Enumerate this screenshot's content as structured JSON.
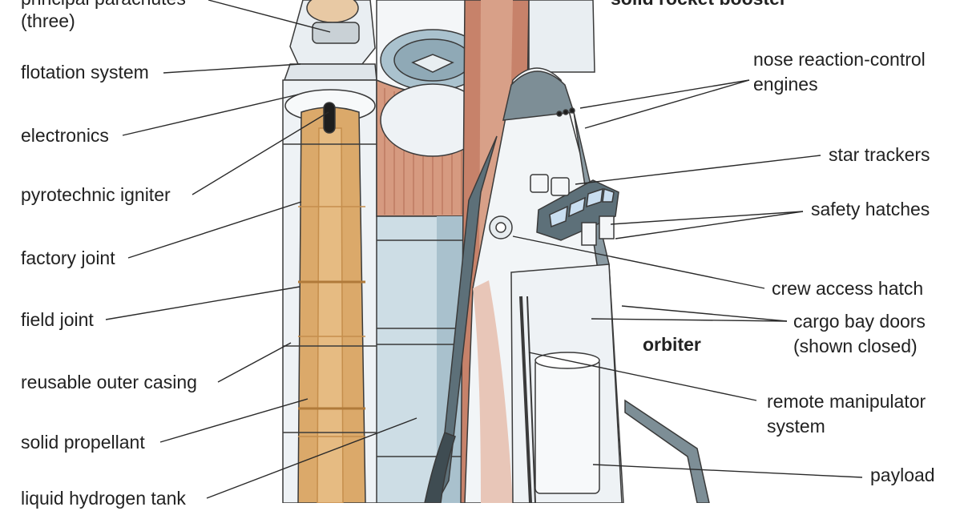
{
  "labels": {
    "principal_parachutes": "principal parachutes",
    "principal_parachutes_2": "(three)",
    "flotation_system": "flotation system",
    "electronics": "electronics",
    "pyrotechnic_igniter": "pyrotechnic igniter",
    "factory_joint": "factory joint",
    "field_joint": "field joint",
    "reusable_outer_casing": "reusable outer casing",
    "solid_propellant": "solid propellant",
    "liquid_hydrogen_tank": "liquid hydrogen tank",
    "solid_rocket_booster": "solid rocket booster",
    "nose_reaction_control": "nose reaction-control",
    "nose_reaction_control_2": "engines",
    "star_trackers": "star trackers",
    "safety_hatches": "safety hatches",
    "crew_access_hatch": "crew access hatch",
    "cargo_bay_doors": "cargo bay doors",
    "cargo_bay_doors_2": "(shown closed)",
    "orbiter": "orbiter",
    "remote_manipulator": "remote manipulator",
    "remote_manipulator_2": "system",
    "payload": "payload"
  },
  "colors": {
    "propellant": "#dba96a",
    "propellant_dark": "#c58e4c",
    "casing": "#eef2f5",
    "tank": "#cddde5",
    "tank_dark": "#a9c1cd",
    "rust": "#c7826a",
    "orbiter_dark": "#5d7079",
    "outline": "#3a3a3a",
    "leader": "#2a2a2a"
  }
}
